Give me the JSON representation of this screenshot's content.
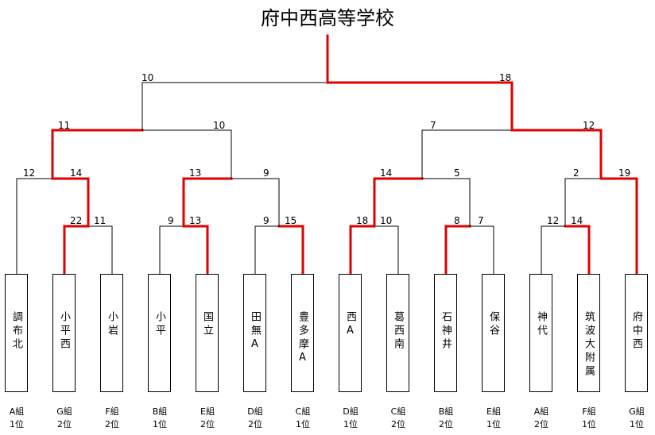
{
  "title": "府中西高等学校",
  "colors": {
    "line": "#000000",
    "winner": "#e00000"
  },
  "teams": [
    {
      "name": "調布北",
      "group": "A組",
      "rank": "1位"
    },
    {
      "name": "小平西",
      "group": "G組",
      "rank": "2位"
    },
    {
      "name": "小岩",
      "group": "F組",
      "rank": "2位"
    },
    {
      "name": "小平",
      "group": "B組",
      "rank": "1位"
    },
    {
      "name": "国立",
      "group": "E組",
      "rank": "2位"
    },
    {
      "name": "田無A",
      "group": "D組",
      "rank": "2位"
    },
    {
      "name": "豊多摩A",
      "group": "C組",
      "rank": "1位"
    },
    {
      "name": "西A",
      "group": "D組",
      "rank": "1位"
    },
    {
      "name": "葛西南",
      "group": "C組",
      "rank": "2位"
    },
    {
      "name": "石神井",
      "group": "B組",
      "rank": "2位"
    },
    {
      "name": "保谷",
      "group": "E組",
      "rank": "1位"
    },
    {
      "name": "神代",
      "group": "A組",
      "rank": "2位"
    },
    {
      "name": "筑波大附属",
      "group": "F組",
      "rank": "1位"
    },
    {
      "name": "府中西",
      "group": "G組",
      "rank": "1位"
    }
  ],
  "scores": {
    "r1_a": [
      "22",
      "11"
    ],
    "r1_b": [
      "9",
      "13"
    ],
    "r1_c": [
      "9",
      "15"
    ],
    "r1_d": [
      "18",
      "10"
    ],
    "r1_e": [
      "8",
      "7"
    ],
    "r1_f": [
      "12",
      "14"
    ],
    "r2_a": [
      "12",
      "14"
    ],
    "r2_b": [
      "13",
      "9"
    ],
    "r2_c": [
      "14",
      "5"
    ],
    "r2_d": [
      "2",
      "19"
    ],
    "r3_a": [
      "11",
      "10"
    ],
    "r3_b": [
      "7",
      "12"
    ],
    "final": [
      "10",
      "18"
    ]
  }
}
